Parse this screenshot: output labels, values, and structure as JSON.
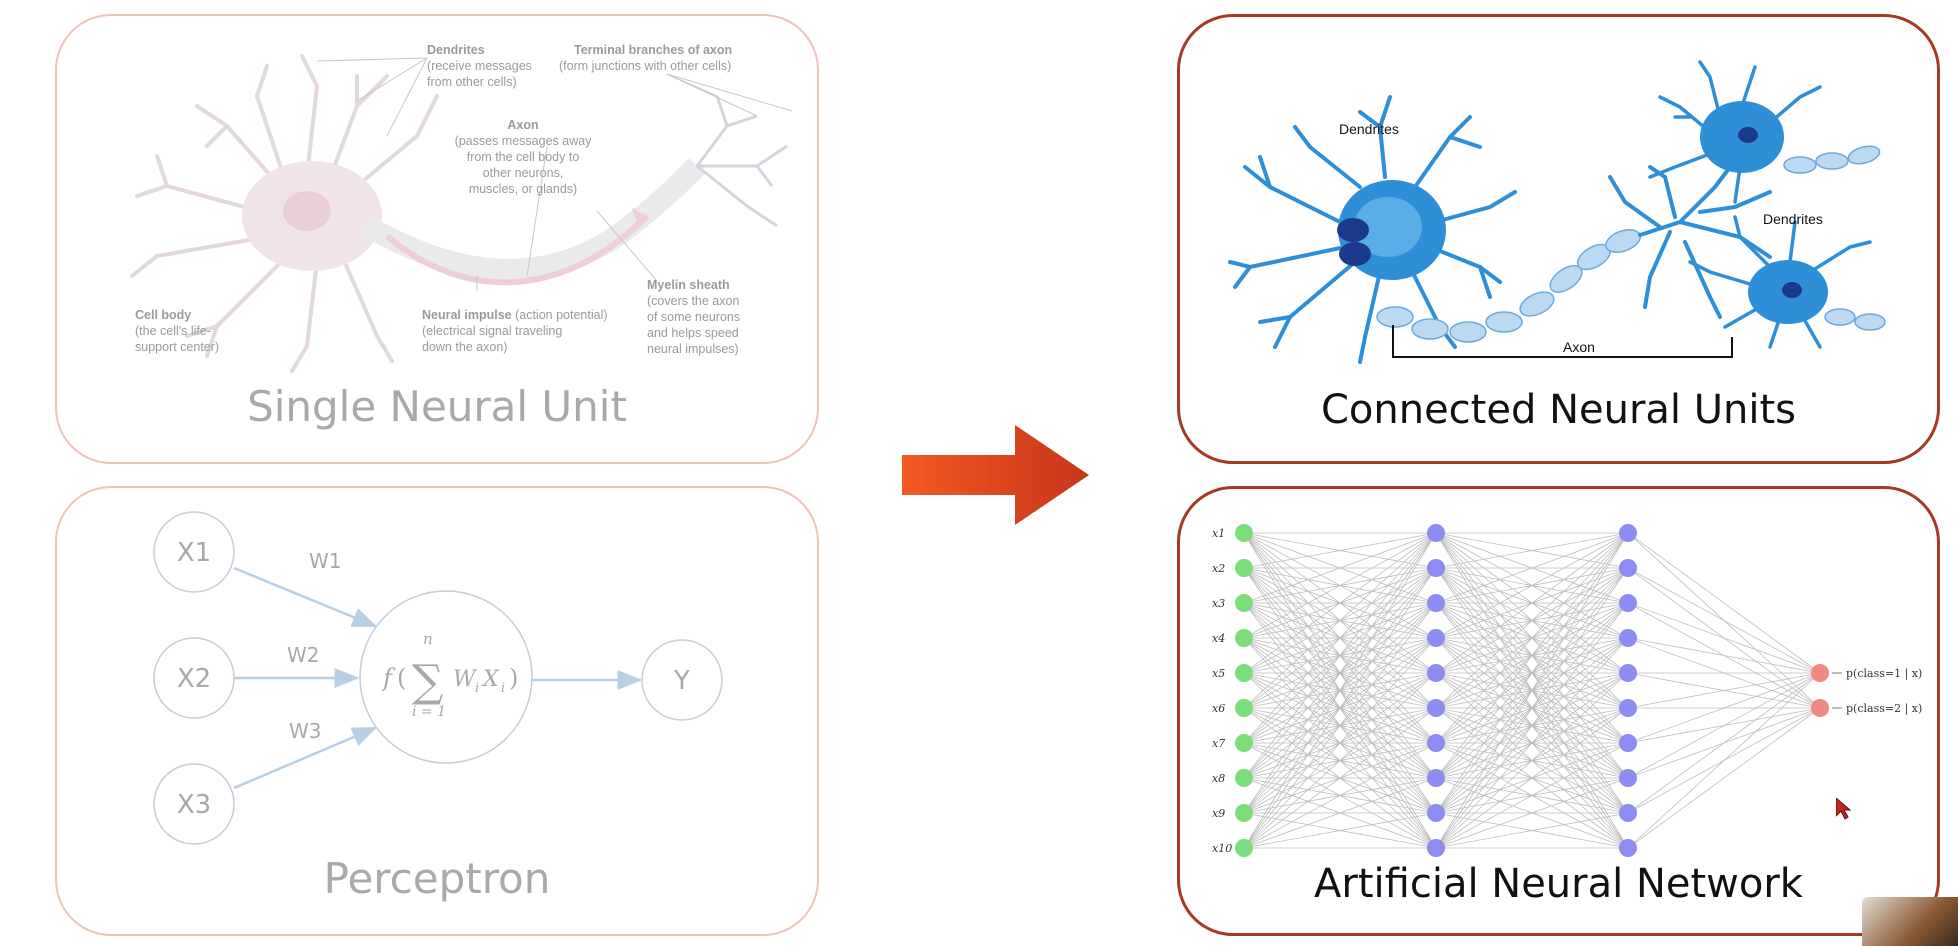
{
  "panels": {
    "single_neural_unit": {
      "title": "Single Neural Unit",
      "labels": {
        "dendrites_head": "Dendrites",
        "dendrites_l1": "(receive messages",
        "dendrites_l2": "from other cells)",
        "terminal_head": "Terminal branches of axon",
        "terminal_l1": "(form junctions with other cells)",
        "axon_head": "Axon",
        "axon_l1": "(passes messages away",
        "axon_l2": "from the cell body to",
        "axon_l3": "other neurons,",
        "axon_l4": "muscles, or glands)",
        "cellbody_head": "Cell body",
        "cellbody_l1": "(the cell's life-",
        "cellbody_l2": "support center)",
        "impulse_head": "Neural impulse",
        "impulse_tail": " (action potential)",
        "impulse_l1": "(electrical signal traveling",
        "impulse_l2": "down the axon)",
        "myelin_head": "Myelin sheath",
        "myelin_l1": "(covers the axon",
        "myelin_l2": "of some neurons",
        "myelin_l3": "and helps speed",
        "myelin_l4": "neural impulses)"
      }
    },
    "perceptron": {
      "title": "Perceptron",
      "inputs": [
        "X1",
        "X2",
        "X3"
      ],
      "weights": [
        "W1",
        "W2",
        "W3"
      ],
      "formula": {
        "f": "f",
        "open": "(",
        "close": ")",
        "sigma": "∑",
        "upper": "n",
        "lower": "i = 1",
        "W": "W",
        "X": "X",
        "sub": "i"
      },
      "output": "Y"
    },
    "connected_neural_units": {
      "title": "Connected Neural Units",
      "labels": {
        "dendrites_left": "Dendrites",
        "dendrites_right": "Dendrites",
        "axon": "Axon"
      }
    },
    "artificial_neural_network": {
      "title": "Artificial Neural Network",
      "input_labels": [
        "x1",
        "x2",
        "x3",
        "x4",
        "x5",
        "x6",
        "x7",
        "x8",
        "x9",
        "x10"
      ],
      "output_labels": [
        "p(class=1 | x)",
        "p(class=2 | x)"
      ],
      "layers": [
        10,
        10,
        10,
        2
      ],
      "colors": {
        "input": "#7bde7b",
        "hidden": "#8c8cf2",
        "output": "#f08a80"
      }
    }
  },
  "arrow": {
    "color_start": "#f25a24",
    "color_end": "#c8351a"
  },
  "colors": {
    "faded_border": "#eec3b8",
    "strong_border": "#a33a23",
    "neuron_blue": "#2e8fd8"
  }
}
